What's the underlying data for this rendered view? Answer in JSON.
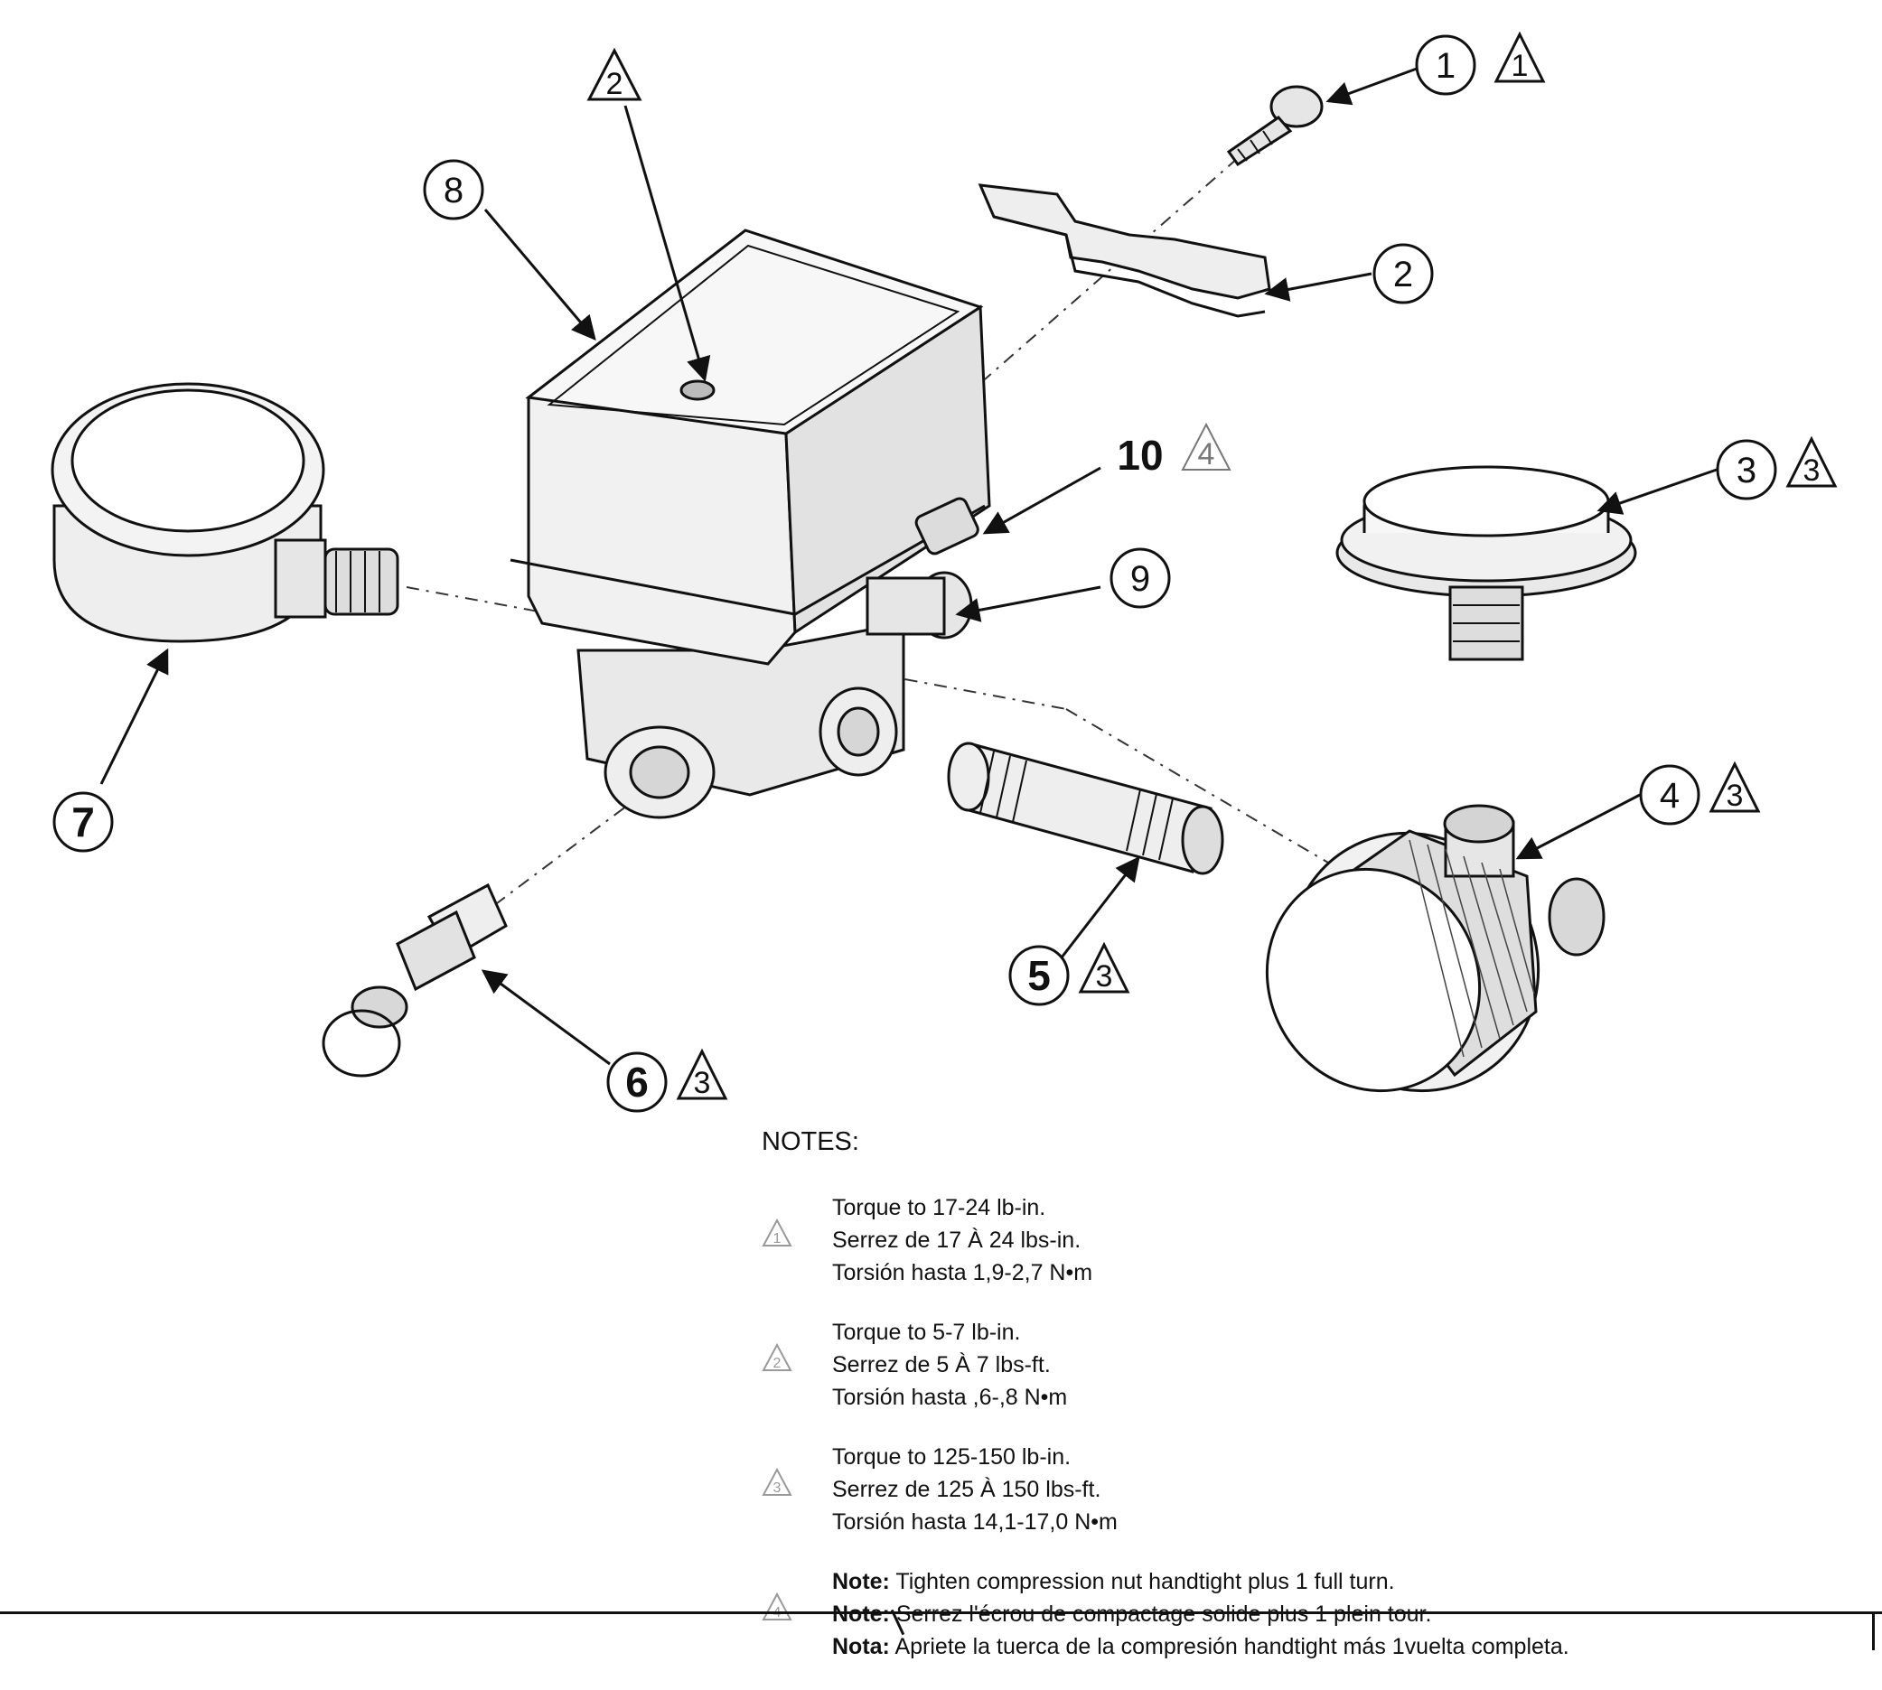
{
  "callouts": [
    {
      "id": "callout-1",
      "number": "1",
      "warning": "1"
    },
    {
      "id": "callout-2",
      "number": "2",
      "warning": ""
    },
    {
      "id": "callout-3",
      "number": "3",
      "warning": "3"
    },
    {
      "id": "callout-4",
      "number": "4",
      "warning": "3"
    },
    {
      "id": "callout-5",
      "number": "5",
      "warning": "3"
    },
    {
      "id": "callout-6",
      "number": "6",
      "warning": "3"
    },
    {
      "id": "callout-7",
      "number": "7",
      "warning": ""
    },
    {
      "id": "callout-8",
      "number": "8",
      "warning": ""
    },
    {
      "id": "callout-9",
      "number": "9",
      "warning": ""
    },
    {
      "id": "callout-10",
      "number": "10",
      "warning": "4"
    }
  ],
  "top_warning": "2",
  "notes": {
    "heading": "NOTES:",
    "groups": [
      {
        "symbol": "1",
        "lines": [
          "Torque to 17-24 lb-in.",
          "Serrez de 17 À 24 lbs-in.",
          "Torsión hasta 1,9-2,7 N•m"
        ]
      },
      {
        "symbol": "2",
        "lines": [
          "Torque to 5-7 lb-in.",
          "Serrez de 5 À 7 lbs-ft.",
          "Torsión hasta ,6-,8 N•m"
        ]
      },
      {
        "symbol": "3",
        "lines": [
          "Torque to 125-150 lb-in.",
          "Serrez de 125 À 150 lbs-ft.",
          "Torsión hasta 14,1-17,0 N•m"
        ]
      },
      {
        "symbol": "4",
        "lines": [
          {
            "label": "Note:",
            "text": " Tighten compression nut handtight plus 1 full turn."
          },
          {
            "label": "Note:",
            "text": " Serrez l'écrou de compactage solide plus 1 plein tour."
          },
          {
            "label": "Nota:",
            "text": " Apriete la tuerca de la compresión handtight más 1vuelta completa."
          }
        ]
      }
    ]
  }
}
